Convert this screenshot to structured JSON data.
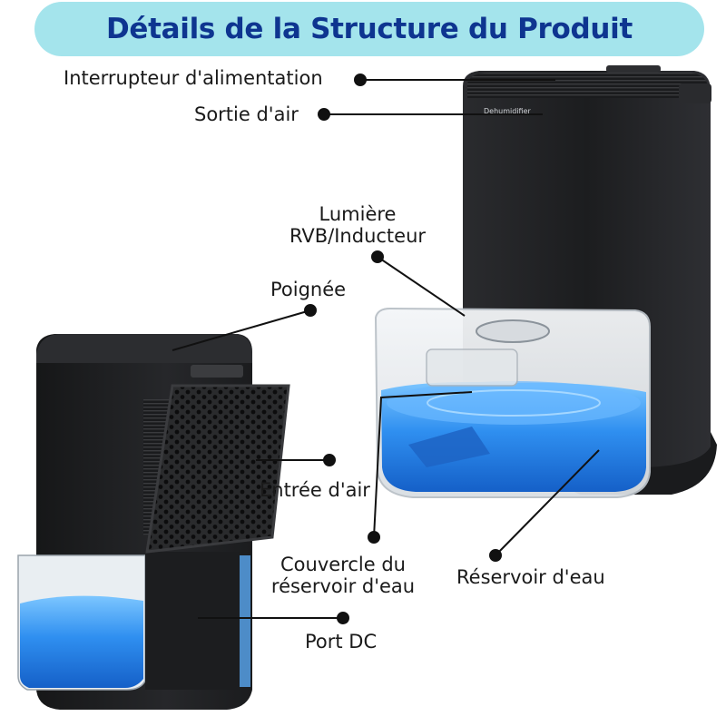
{
  "title": "Détails de la Structure du Produit",
  "product_print": "Dehumidifier",
  "labels": {
    "power_switch": "Interrupteur d'alimentation",
    "air_outlet": "Sortie d'air",
    "rgb_light_line1": "Lumière",
    "rgb_light_line2": "RVB/Inducteur",
    "handle": "Poignée",
    "air_inlet": "Entrée d'air",
    "tank_cover_line1": "Couvercle du",
    "tank_cover_line2": "réservoir d'eau",
    "water_tank": "Réservoir d'eau",
    "dc_port": "Port DC"
  },
  "colors": {
    "banner": "#a4e4ec",
    "title_text": "#0e3590",
    "device_body": "#1f2022",
    "water": "#2f8ff0",
    "callout": "#111111"
  }
}
